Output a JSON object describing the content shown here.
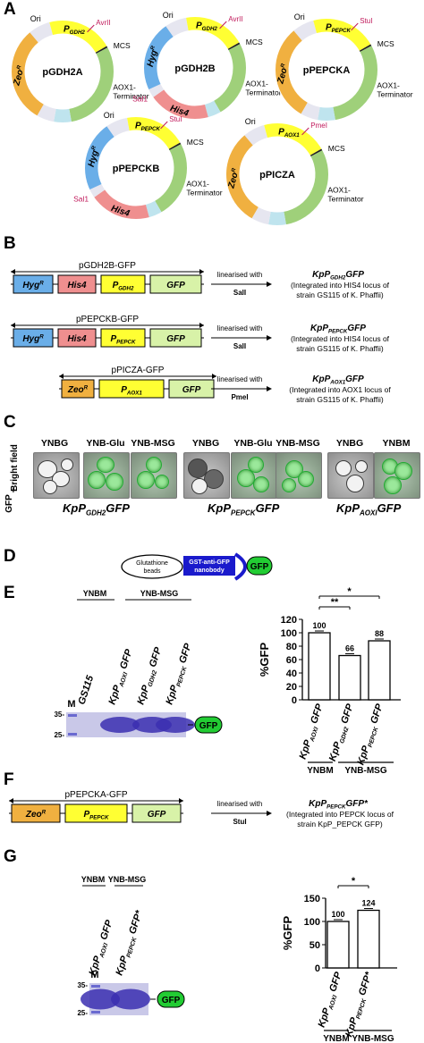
{
  "panels": {
    "A": "A",
    "B": "B",
    "C": "C",
    "D": "D",
    "E": "E",
    "F": "F",
    "G": "G"
  },
  "panel_a": {
    "plasmids": [
      {
        "name": "pGDH2A",
        "ori": "Ori",
        "promoter": "P",
        "promoter_sub": "GDH2",
        "site": "AvrII",
        "mcs": "MCS",
        "term1": "AOX1-",
        "term2": "Terminator",
        "marker": "Zeo",
        "marker_sup": "R"
      },
      {
        "name": "pGDH2B",
        "ori": "Ori",
        "promoter": "P",
        "promoter_sub": "GDH2",
        "site": "AvrII",
        "mcs": "MCS",
        "term1": "AOX1-",
        "term2": "Terminator",
        "marker": "Hyg",
        "marker_sup": "R",
        "his": "His4",
        "sal": "Sal1"
      },
      {
        "name": "pPEPCKA",
        "ori": "Ori",
        "promoter": "P",
        "promoter_sub": "PEPCK",
        "site": "StuI",
        "mcs": "MCS",
        "term1": "AOX1-",
        "term2": "Terminator",
        "marker": "Zeo",
        "marker_sup": "R"
      },
      {
        "name": "pPEPCKB",
        "ori": "Ori",
        "promoter": "P",
        "promoter_sub": "PEPCK",
        "site": "StuI",
        "mcs": "MCS",
        "term1": "AOX1-",
        "term2": "Terminator",
        "marker": "Hyg",
        "marker_sup": "R",
        "his": "His4",
        "sal": "Sal1"
      },
      {
        "name": "pPICZA",
        "ori": "Ori",
        "promoter": "P",
        "promoter_sub": "AOX1",
        "site": "PmeI",
        "mcs": "MCS",
        "term1": "AOX1-",
        "term2": "Terminator",
        "marker": "Zeo",
        "marker_sup": "R"
      }
    ]
  },
  "panel_b": {
    "constructs": [
      {
        "title": "pGDH2B-GFP",
        "boxes": [
          "Hyg^R",
          "His4",
          "P_GDH2",
          "GFP"
        ],
        "arrow_top": "linearised with",
        "enzyme": "SalI",
        "strain": "KpP",
        "strain_sub": "GDH2",
        "strain_suffix": "GFP",
        "note1": "(Integrated into HIS4 locus of",
        "note2": "strain GS115 of K. Phaffii)"
      },
      {
        "title": "pPEPCKB-GFP",
        "boxes": [
          "Hyg^R",
          "His4",
          "P_PEPCK",
          "GFP"
        ],
        "arrow_top": "linearised with",
        "enzyme": "SalI",
        "strain": "KpP",
        "strain_sub": "PEPCK",
        "strain_suffix": "GFP",
        "note1": "(Integrated into HIS4 locus of",
        "note2": "strain GS115 of K. Phaffii)"
      },
      {
        "title": "pPICZA-GFP",
        "boxes": [
          "Zeo^R",
          "P_AOX1",
          "GFP"
        ],
        "arrow_top": "linearised with",
        "enzyme": "PmeI",
        "strain": "KpP",
        "strain_sub": "AOX1",
        "strain_suffix": "GFP",
        "note1": "(Integrated into AOX1 locus of",
        "note2": "strain GS115 of K. Phaffii)"
      }
    ]
  },
  "panel_c": {
    "side_label_1": "Bright field",
    "side_label_2": "+",
    "side_label_3": "GFP",
    "groups": [
      {
        "headers": [
          "YNBG",
          "YNB-Glu",
          "YNB-MSG"
        ],
        "strain": "KpP",
        "sub": "GDH2",
        "suffix": "GFP"
      },
      {
        "headers": [
          "YNBG",
          "YNB-Glu",
          "YNB-MSG"
        ],
        "strain": "KpP",
        "sub": "PEPCK",
        "suffix": "GFP"
      },
      {
        "headers": [
          "YNBG",
          "YNBM"
        ],
        "strain": "KpP",
        "sub": "AOXI",
        "suffix": "GFP"
      }
    ]
  },
  "panel_d": {
    "beads1": "Glutathione",
    "beads2": "beads",
    "gst1": "GST-anti-GFP",
    "gst2": "nanobody",
    "gfp": "GFP"
  },
  "panel_e": {
    "gel_groups": [
      "YNBM",
      "YNB-MSG"
    ],
    "lanes": [
      "GS115",
      "KpP_AOXI GFP",
      "KpP_GDH2 GFP",
      "KpP_PEPCK GFP"
    ],
    "marker": "M",
    "mw_35": "35-",
    "mw_25": "25-",
    "gfp_tag": "GFP",
    "ylabel": "%GFP",
    "sig1": "*",
    "sig2": "**",
    "group_labels": [
      "YNBM",
      "YNB-MSG"
    ]
  },
  "panel_f": {
    "title": "pPEPCKA-GFP",
    "boxes": [
      "Zeo^R",
      "P_PEPCK",
      "GFP"
    ],
    "arrow_top": "linearised with",
    "enzyme": "StuI",
    "strain": "KpP",
    "strain_sub": "PEPCK",
    "strain_suffix": "GFP*",
    "note1": "(Integrated into PEPCK locus of",
    "note2": "strain KpP_PEPCK GFP)"
  },
  "panel_g": {
    "gel_groups": [
      "YNBM",
      "YNB-MSG"
    ],
    "lanes": [
      "KpP_AOXI GFP",
      "KpP_PEPCK GFP*"
    ],
    "marker": "M",
    "mw_35": "35-",
    "mw_25": "25-",
    "gfp_tag": "GFP",
    "ylabel": "%GFP",
    "sig": "*",
    "group_labels": [
      "YNBM",
      "YNB-MSG"
    ]
  },
  "chart_data": [
    {
      "type": "bar",
      "categories": [
        "KpP_AOXI GFP",
        "KpP_GDH2 GFP",
        "KpP_PEPCK GFP"
      ],
      "values": [
        100,
        66,
        88
      ],
      "data_labels": [
        "100",
        "66",
        "88"
      ],
      "ylabel": "%GFP",
      "ylim": [
        0,
        120
      ],
      "yticks": [
        0,
        20,
        40,
        60,
        80,
        100,
        120
      ],
      "groups": [
        {
          "name": "YNBM",
          "categories": [
            0
          ]
        },
        {
          "name": "YNB-MSG",
          "categories": [
            1,
            2
          ]
        }
      ],
      "significance": [
        {
          "from": 0,
          "to": 1,
          "label": "**"
        },
        {
          "from": 0,
          "to": 2,
          "label": "*"
        }
      ]
    },
    {
      "type": "bar",
      "categories": [
        "KpP_AOXI GFP",
        "KpP_PEPCK GFP*"
      ],
      "values": [
        100,
        124
      ],
      "data_labels": [
        "100",
        "124"
      ],
      "ylabel": "%GFP",
      "ylim": [
        0,
        150
      ],
      "yticks": [
        0,
        50,
        100,
        150
      ],
      "groups": [
        {
          "name": "YNBM",
          "categories": [
            0
          ]
        },
        {
          "name": "YNB-MSG",
          "categories": [
            1
          ]
        }
      ],
      "significance": [
        {
          "from": 0,
          "to": 1,
          "label": "*"
        }
      ]
    }
  ],
  "colors": {
    "ori": "#e6e6f0",
    "promoter": "#ffff33",
    "mcs": "#9fd07a",
    "terminator": "#9fd07a",
    "zeo": "#f0b040",
    "hyg": "#6aaee8",
    "his": "#ef8f8f",
    "gfp_box": "#d8f2a8",
    "gfp_pill": "#22cc33",
    "gst": "#1a1acc",
    "site": "#c0185a"
  }
}
